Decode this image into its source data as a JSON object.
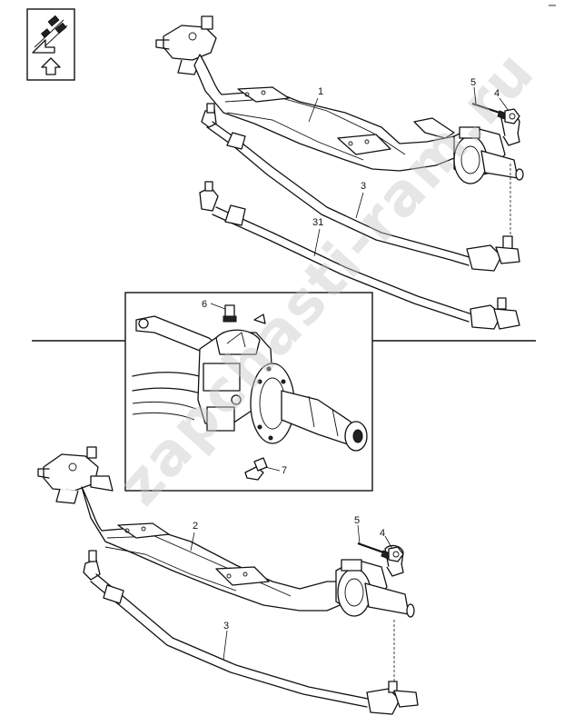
{
  "watermark": "zapchasti-ram.ru",
  "callouts": {
    "upper_axle": "1",
    "upper_tie_rod": "3",
    "drag_link": "31",
    "upper_bolt": "5",
    "upper_nut": "4",
    "inset_fitting_top": "6",
    "inset_fitting_bottom": "7",
    "lower_axle": "2",
    "lower_bolt": "5",
    "lower_nut": "4",
    "lower_tie_rod": "3"
  },
  "icons": {
    "nav": "navigation-arrows-icon",
    "up": "up-arrow-icon"
  }
}
